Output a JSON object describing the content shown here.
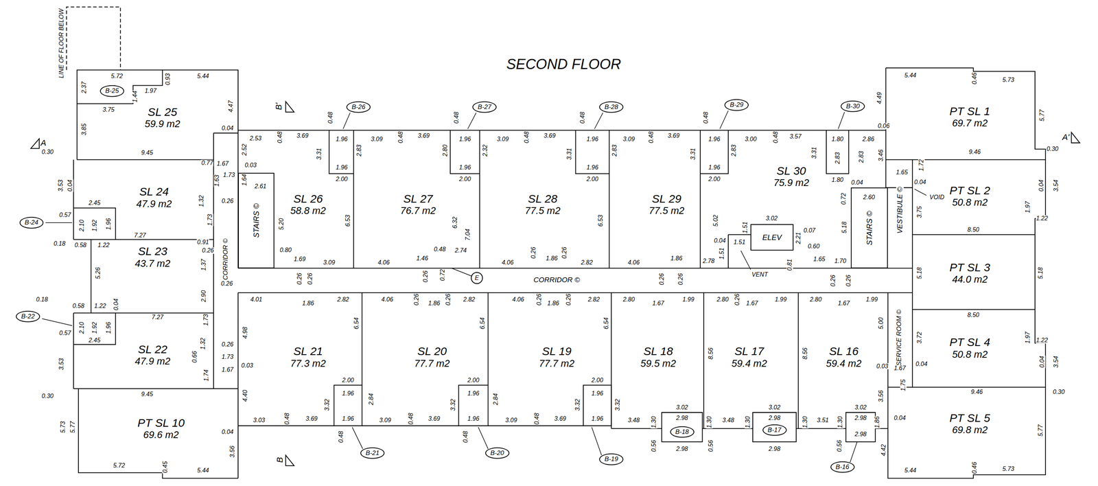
{
  "diagram": {
    "title": "SECOND FLOOR",
    "nodes": [
      {
        "text": [
          "SL 25",
          "59.9 m2"
        ]
      },
      {
        "text": [
          "SL 24",
          "47.9 m2"
        ]
      },
      {
        "text": [
          "SL 23",
          "43.7 m2"
        ]
      },
      {
        "text": [
          "SL 22",
          "47.9 m2"
        ]
      },
      {
        "text": [
          "PT SL 10",
          "69.6 m2"
        ]
      },
      {
        "text": [
          "SL 26",
          "58.8 m2"
        ]
      },
      {
        "text": [
          "SL 27",
          "76.7 m2"
        ]
      },
      {
        "text": [
          "SL 28",
          "77.5 m2"
        ]
      },
      {
        "text": [
          "SL 29",
          "77.5 m2"
        ]
      },
      {
        "text": [
          "SL 30",
          "75.9 m2"
        ]
      },
      {
        "text": [
          "PT SL 1",
          "69.7 m2"
        ]
      },
      {
        "text": [
          "PT SL 2",
          "50.8 m2"
        ]
      },
      {
        "text": [
          "PT SL 3",
          "44.0 m2"
        ]
      },
      {
        "text": [
          "PT SL 4",
          "50.8 m2"
        ]
      },
      {
        "text": [
          "PT SL 5",
          "69.8 m2"
        ]
      },
      {
        "text": [
          "SL 21",
          "77.3 m2"
        ]
      },
      {
        "text": [
          "SL 20",
          "77.7 m2"
        ]
      },
      {
        "text": [
          "SL 19",
          "77.7 m2"
        ]
      },
      {
        "text": [
          "SL 18",
          "59.5 m2"
        ]
      },
      {
        "text": [
          "SL 17",
          "59.4 m2"
        ]
      },
      {
        "text": [
          "SL 16",
          "59.4 m2"
        ]
      },
      {
        "text": [
          "STAIRS ©"
        ]
      },
      {
        "text": [
          "STAIRS ©"
        ]
      },
      {
        "text": [
          "ELEV"
        ]
      },
      {
        "text": [
          "B-25"
        ]
      },
      {
        "text": [
          "B-26"
        ]
      },
      {
        "text": [
          "B-27"
        ]
      },
      {
        "text": [
          "B-28"
        ]
      },
      {
        "text": [
          "B-29"
        ]
      },
      {
        "text": [
          "B-30"
        ]
      },
      {
        "text": [
          "B-24"
        ]
      },
      {
        "text": [
          "B-22"
        ]
      },
      {
        "text": [
          "B-21"
        ]
      },
      {
        "text": [
          "B-20"
        ]
      },
      {
        "text": [
          "B-19"
        ]
      },
      {
        "text": [
          "B-18"
        ]
      },
      {
        "text": [
          "B-17"
        ]
      },
      {
        "text": [
          "B-16"
        ]
      }
    ],
    "labels": [
      "LINE OF FLOOR BELOW",
      "A",
      "A'",
      "B'",
      "B",
      "CORRIDOR ©",
      "CORRIDOR ©",
      "VESTIBULE ©",
      "SERVICE ROOM ©",
      "VOID",
      "VENT",
      "E",
      "5.72",
      "5.44",
      "2.37",
      "1.97",
      "0.93",
      "1.44",
      "3.75",
      "4.47",
      "3.85",
      "0.04",
      "9.45",
      "0.30",
      "3.53",
      "0.04",
      "1.67",
      "1.73",
      "0.77",
      "1.63",
      "2.45",
      "0.57",
      "2.10",
      "1.92",
      "1.96",
      "1.32",
      "1.73",
      "0.26",
      "7.27",
      "0.18",
      "0.58",
      "1.22",
      "5.26",
      "0.91",
      "0.26",
      "1.37",
      "0.26",
      "2.90",
      "0.18",
      "0.58",
      "1.22",
      "0.04",
      "7.27",
      "1.73",
      "2.10",
      "1.92",
      "1.96",
      "0.57",
      "2.45",
      "1.32",
      "0.26",
      "3.53",
      "0.66",
      "1.73",
      "1.74",
      "1.67",
      "0.30",
      "9.45",
      "5.73",
      "5.77",
      "0.04",
      "3.56",
      "5.72",
      "0.45",
      "5.44",
      "2.53",
      "0.48",
      "3.69",
      "0.48",
      "1.96",
      "3.31",
      "1.96",
      "2.00",
      "2.52",
      "0.03",
      "1.64",
      "2.61",
      "2.83",
      "3.09",
      "0.48",
      "3.69",
      "0.48",
      "1.96",
      "2.80",
      "1.96",
      "2.00",
      "6.53",
      "5.20",
      "0.80",
      "1.69",
      "3.09",
      "4.06",
      "1.46",
      "0.48",
      "2.74",
      "6.32",
      "7.04",
      "0.26",
      "0.26",
      "0.26",
      "0.72",
      "2.32",
      "3.09",
      "0.48",
      "3.69",
      "0.48",
      "1.96",
      "3.31",
      "1.96",
      "2.83",
      "2.00",
      "6.53",
      "4.06",
      "0.26",
      "1.86",
      "0.26",
      "2.82",
      "3.09",
      "0.48",
      "3.69",
      "0.48",
      "1.96",
      "3.31",
      "1.96",
      "2.83",
      "2.00",
      "5.02",
      "4.06",
      "1.86",
      "0.26",
      "0.26",
      "2.78",
      "0.04",
      "1.51",
      "1.51",
      "1.51",
      "3.00",
      "0.48",
      "3.57",
      "3.31",
      "1.80",
      "2.83",
      "1.80",
      "2.86",
      "2.83",
      "3.46",
      "3.02",
      "2.21",
      "0.07",
      "0.60",
      "0.81",
      "1.65",
      "1.70",
      "0.72",
      "0.04",
      "2.60",
      "5.18",
      "1.65",
      "1.72",
      "0.04",
      "3.75",
      "4.49",
      "0.06",
      "5.44",
      "0.46",
      "5.73",
      "5.77",
      "9.46",
      "0.30",
      "0.04",
      "3.54",
      "1.97",
      "1.22",
      "8.50",
      "5.18",
      "5.18",
      "8.50",
      "3.72",
      "1.97",
      "1.22",
      "0.04",
      "1.67",
      "1.75",
      "0.04",
      "3.54",
      "9.46",
      "0.30",
      "5.00",
      "0.03",
      "3.56",
      "0.04",
      "4.42",
      "1.86",
      "5.77",
      "5.44",
      "0.46",
      "5.73",
      "4.01",
      "1.86",
      "2.82",
      "4.98",
      "0.03",
      "4.40",
      "6.54",
      "2.00",
      "1.96",
      "3.32",
      "1.96",
      "3.03",
      "0.48",
      "3.69",
      "0.48",
      "4.06",
      "0.26",
      "1.86",
      "0.26",
      "2.82",
      "6.54",
      "2.00",
      "1.96",
      "2.84",
      "3.32",
      "1.96",
      "3.09",
      "0.48",
      "3.69",
      "0.48",
      "4.06",
      "0.26",
      "1.86",
      "0.26",
      "2.82",
      "6.54",
      "2.00",
      "1.96",
      "2.84",
      "3.32",
      "1.96",
      "3.09",
      "0.48",
      "3.69",
      "2.80",
      "1.67",
      "1.99",
      "3.32",
      "3.48",
      "1.30",
      "0.56",
      "3.02",
      "2.98",
      "2.98",
      "8.56",
      "2.80",
      "0.26",
      "1.67",
      "1.99",
      "8.56",
      "1.30",
      "3.48",
      "1.30",
      "0.56",
      "3.02",
      "2.98",
      "2.98",
      "2.80",
      "0.26",
      "0.26",
      "1.67",
      "1.99",
      "1.30",
      "3.51",
      "1.30",
      "0.56",
      "3.02",
      "2.98",
      "2.98"
    ]
  }
}
